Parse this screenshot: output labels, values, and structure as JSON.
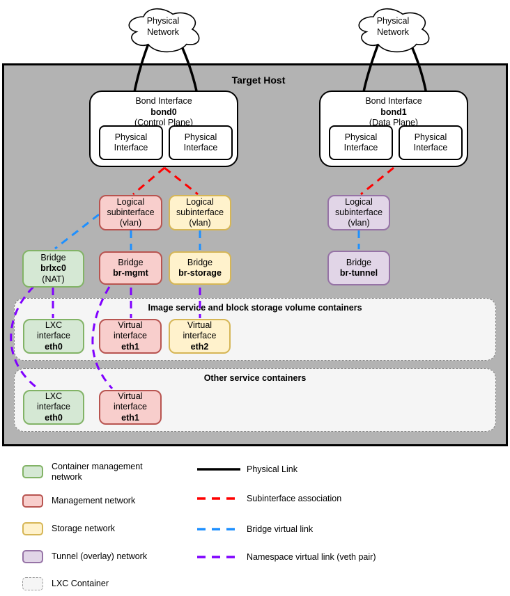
{
  "clouds": {
    "left": "Physical\nNetwork",
    "right": "Physical\nNetwork"
  },
  "host": {
    "title": "Target Host"
  },
  "bond0": {
    "header": "Bond Interface",
    "name": "bond0",
    "plane": "(Control Plane)",
    "iface": "Physical\nInterface"
  },
  "bond1": {
    "header": "Bond Interface",
    "name": "bond1",
    "plane": "(Data Plane)",
    "iface": "Physical\nInterface"
  },
  "subif": {
    "mgmt": "Logical\nsubinterface\n(vlan)",
    "storage": "Logical\nsubinterface\n(vlan)",
    "tunnel": "Logical\nsubinterface\n(vlan)"
  },
  "bridges": {
    "lxc": {
      "t": "Bridge",
      "name": "brlxc0",
      "extra": "(NAT)"
    },
    "mgmt": {
      "t": "Bridge",
      "name": "br-mgmt"
    },
    "storage": {
      "t": "Bridge",
      "name": "br-storage"
    },
    "tunnel": {
      "t": "Bridge",
      "name": "br-tunnel"
    }
  },
  "containers": {
    "image": {
      "title": "Image service and block storage volume containers",
      "eth0": {
        "t": "LXC\ninterface",
        "name": "eth0"
      },
      "eth1": {
        "t": "Virtual\ninterface",
        "name": "eth1"
      },
      "eth2": {
        "t": "Virtual\ninterface",
        "name": "eth2"
      }
    },
    "other": {
      "title": "Other service containers",
      "eth0": {
        "t": "LXC\ninterface",
        "name": "eth0"
      },
      "eth1": {
        "t": "Virtual\ninterface",
        "name": "eth1"
      }
    }
  },
  "legend": {
    "swatches": [
      {
        "label": "Container management\nnetwork",
        "type": "green"
      },
      {
        "label": "Management network",
        "type": "red"
      },
      {
        "label": "Storage network",
        "type": "yellow"
      },
      {
        "label": "Tunnel (overlay) network",
        "type": "purple"
      },
      {
        "label": "LXC Container",
        "type": "lxc"
      }
    ],
    "lines": [
      {
        "label": "Physical Link",
        "type": "solid-black"
      },
      {
        "label": "Subinterface association",
        "type": "dashed-red"
      },
      {
        "label": "Bridge virtual link",
        "type": "dashed-blue"
      },
      {
        "label": "Namespace virtual link (veth pair)",
        "type": "dashed-purple"
      }
    ]
  },
  "colors": {
    "host_bg": "#b3b3b3",
    "container_mgmt_fill": "#d5e8d4",
    "container_mgmt_stroke": "#82b366",
    "mgmt_fill": "#f8cecc",
    "mgmt_stroke": "#b85450",
    "storage_fill": "#fff2cc",
    "storage_stroke": "#d6b656",
    "tunnel_fill": "#e1d5e7",
    "tunnel_stroke": "#9673a6",
    "lxc_container_fill": "#f5f5f5",
    "physical_link": "#000000",
    "subinterface_link": "#ff0000",
    "bridge_virtual_link": "#1e90ff",
    "namespace_virtual_link": "#7f00ff"
  }
}
